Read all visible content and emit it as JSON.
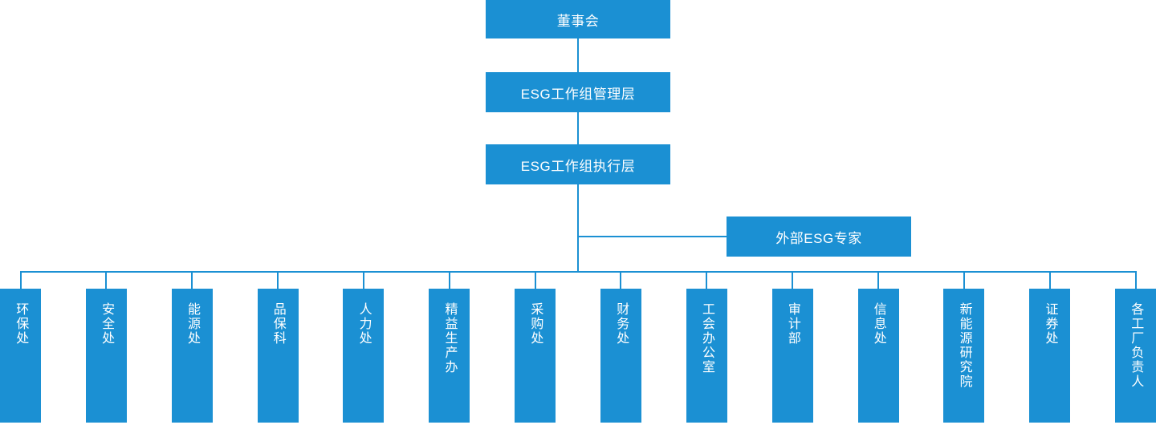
{
  "diagram": {
    "title_root": "董事会",
    "accent_color": "#1B90D3",
    "text_color": "#FFFFFF",
    "background_color": "#FFFFFF"
  },
  "hierarchy": {
    "level1": {
      "label": "董事会"
    },
    "level2": {
      "label": "ESG工作组管理层"
    },
    "level3": {
      "label": "ESG工作组执行层"
    },
    "advisor": {
      "label": "外部ESG专家"
    }
  },
  "departments": [
    {
      "label": "环保处"
    },
    {
      "label": "安全处"
    },
    {
      "label": "能源处"
    },
    {
      "label": "品保科"
    },
    {
      "label": "人力处"
    },
    {
      "label": "精益生产办"
    },
    {
      "label": "采购处"
    },
    {
      "label": "财务处"
    },
    {
      "label": "工会办公室"
    },
    {
      "label": "审计部"
    },
    {
      "label": "信息处"
    },
    {
      "label": "新能源研究院"
    },
    {
      "label": "证券处"
    },
    {
      "label": "各工厂负责人"
    }
  ]
}
